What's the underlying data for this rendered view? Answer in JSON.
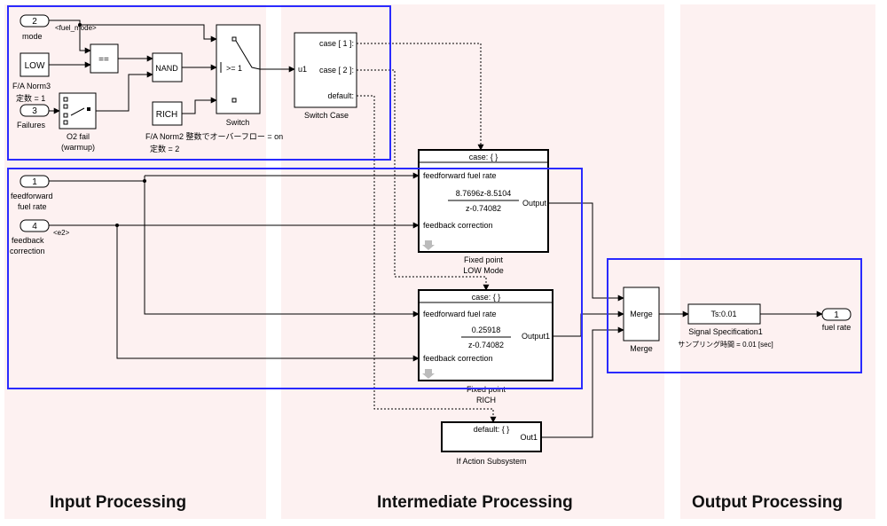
{
  "sections": {
    "input": "Input Processing",
    "intermediate": "Intermediate Processing",
    "output": "Output Processing"
  },
  "inports": {
    "mode": {
      "num": "2",
      "label": "mode",
      "signal": "<fuel_mode>"
    },
    "failures": {
      "num": "3",
      "label": "Failures"
    },
    "feedforward": {
      "num": "1",
      "label1": "feedforward",
      "label2": "fuel rate"
    },
    "feedback": {
      "num": "4",
      "label1": "feedback",
      "label2": "correction",
      "signal": "<e2>"
    }
  },
  "low_const": {
    "value": "LOW",
    "label": "F/A Norm3",
    "param": "定数 = 1"
  },
  "rich_const": {
    "value": "RICH",
    "label": "F/A Norm2 整数でオーバーフロー = on",
    "param": "定数 = 2"
  },
  "relop": {
    "op": "=="
  },
  "nand": {
    "label": "NAND"
  },
  "o2fail": {
    "label1": "O2 fail",
    "label2": "(warmup)"
  },
  "switch_blk": {
    "threshold": ">= 1",
    "label": "Switch"
  },
  "switch_case": {
    "input": "u1",
    "case1": "case [ 1 ]:",
    "case2": "case [ 2 ]:",
    "default": "default:",
    "label": "Switch Case"
  },
  "low_mode": {
    "header": "case: { }",
    "in1": "feedforward fuel rate",
    "num": "8.7696z-8.5104",
    "den": "z-0.74082",
    "in2": "feedback correction",
    "out": "Output",
    "label1": "Fixed point",
    "label2": "LOW Mode"
  },
  "rich_mode": {
    "header": "case: { }",
    "in1": "feedforward fuel rate",
    "num": "0.25918",
    "den": "z-0.74082",
    "in2": "feedback correction",
    "out": "Output1",
    "label1": "Fixed point",
    "label2": "RICH"
  },
  "if_action": {
    "header": "default: { }",
    "out": "Out1",
    "label": "If Action Subsystem"
  },
  "merge": {
    "text": "Merge",
    "label": "Merge"
  },
  "sigspec": {
    "text": "Ts:0.01",
    "label": "Signal Specification1",
    "param": "サンプリング時間 = 0.01 [sec]"
  },
  "outport": {
    "num": "1",
    "label": "fuel rate"
  }
}
